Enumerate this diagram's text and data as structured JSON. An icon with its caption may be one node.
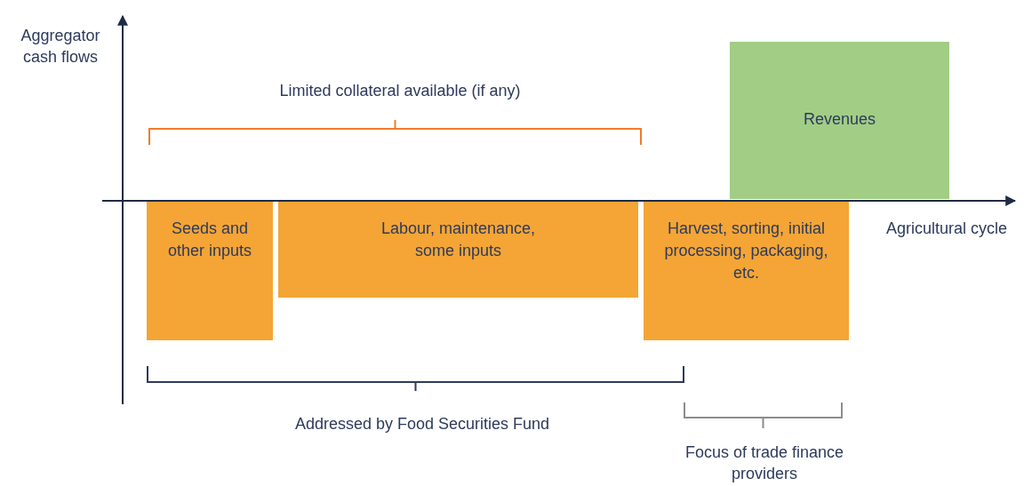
{
  "diagram": {
    "nodes": [
      {
        "text": [
          "Seeds and other inputs"
        ]
      },
      {
        "text": [
          "Labour, maintenance, some inputs"
        ]
      },
      {
        "text": [
          "Harvest, sorting, initial processing, packaging, etc."
        ]
      },
      {
        "text": [
          "Revenues"
        ]
      }
    ],
    "labels": [
      "Aggregator cash flows",
      "Limited collateral available (if any)",
      "Agricultural cycle",
      "Addressed by Food Securities Fund",
      "Focus of trade finance providers"
    ]
  }
}
